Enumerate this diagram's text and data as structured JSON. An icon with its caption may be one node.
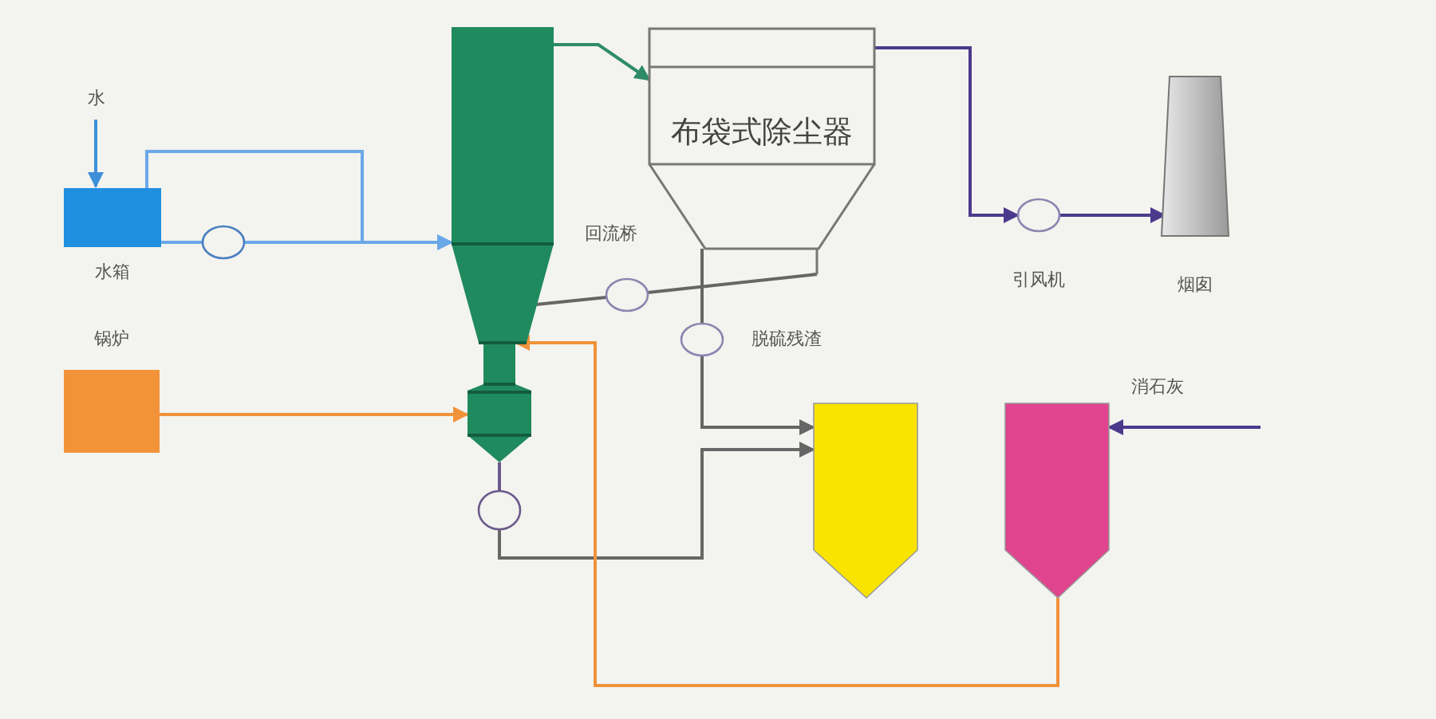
{
  "diagram": {
    "nodes": [
      {
        "text": [
          "水箱"
        ]
      },
      {
        "text": [
          "锅炉"
        ]
      },
      {
        "text": [],
        "shape": "column"
      },
      {
        "text": [
          "布袋式除尘器"
        ]
      },
      {
        "text": [
          "引风机"
        ]
      },
      {
        "text": [
          "烟囱"
        ]
      },
      {
        "text": [],
        "shape": "circle"
      },
      {
        "text": [
          "回流桥"
        ]
      },
      {
        "text": [
          "脱硫残渣"
        ]
      },
      {
        "text": [],
        "shape": "circle"
      },
      {
        "text": [],
        "shape": "bin"
      },
      {
        "text": [],
        "shape": "bin"
      }
    ],
    "edges": [
      {
        "from": null,
        "to": 0,
        "arrow": "to",
        "label": "水",
        "color": "#3d8fd8"
      },
      {
        "from": 0,
        "to": 6,
        "arrow": "none",
        "color": "#6aa8e8"
      },
      {
        "from": 6,
        "to": 2,
        "arrow": "to",
        "color": "#6aa8e8"
      },
      {
        "from": 0,
        "to": 2,
        "arrow": "to",
        "color": "#6aa8e8"
      },
      {
        "from": 1,
        "to": 2,
        "arrow": "to",
        "color": "#f0923a"
      },
      {
        "from": 2,
        "to": 3,
        "arrow": "to",
        "color": "#2e8b6a"
      },
      {
        "from": 3,
        "to": 4,
        "arrow": "to",
        "color": "#4b3a8c"
      },
      {
        "from": 4,
        "to": 5,
        "arrow": "to",
        "color": "#4b3a8c"
      },
      {
        "from": 3,
        "to": 7,
        "arrow": "none"
      },
      {
        "from": 7,
        "to": 2,
        "arrow": "none"
      },
      {
        "from": 3,
        "to": 8,
        "arrow": "none"
      },
      {
        "from": 8,
        "to": 10,
        "arrow": "to"
      },
      {
        "from": 2,
        "to": 9,
        "arrow": "none",
        "color": "#6a5a8c"
      },
      {
        "from": 9,
        "to": 10,
        "arrow": "to"
      },
      {
        "from": 11,
        "to": 2,
        "arrow": "to",
        "color": "#f0923a"
      },
      {
        "from": null,
        "to": 11,
        "arrow": "to",
        "label": "消石灰",
        "color": "#4b3a8c"
      }
    ]
  }
}
